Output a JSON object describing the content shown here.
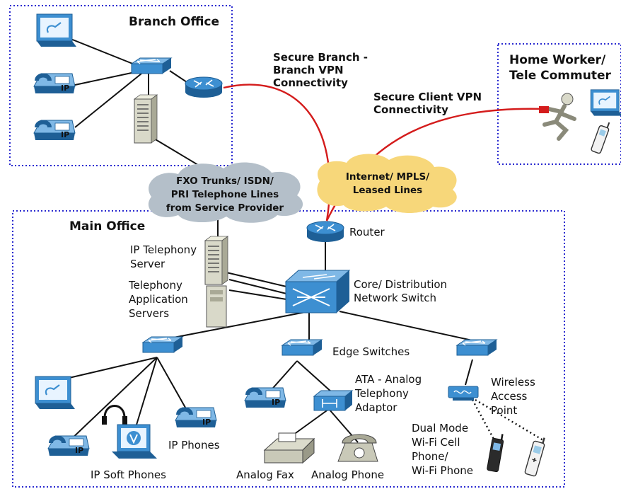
{
  "colors": {
    "boundary": "#2a2ad0",
    "link": "#111111",
    "vpn": "#d41c1c",
    "device_blue": "#3d8fd1",
    "device_dark": "#1e5f96",
    "cloud_gray": "#b4bfc9",
    "cloud_yellow": "#f7d77a",
    "server_gray": "#d9d9c9"
  },
  "zones": {
    "branch": "Branch Office",
    "main": "Main Office",
    "home_line1": "Home Worker/",
    "home_line2": "Tele Commuter"
  },
  "clouds": {
    "pstn": [
      "FXO Trunks/ ISDN/",
      "PRI Telephone Lines",
      "from Service Provider"
    ],
    "internet": [
      "Internet/ MPLS/",
      "Leased Lines"
    ]
  },
  "annotations": {
    "branch_vpn": [
      "Secure Branch -",
      "Branch VPN",
      "Connectivity"
    ],
    "client_vpn": [
      "Secure Client VPN",
      "Connectivity"
    ]
  },
  "labels": {
    "router": "Router",
    "core_switch": [
      "Core/ Distribution",
      "Network Switch"
    ],
    "ip_tel_server": [
      "IP Telephony",
      "Server"
    ],
    "tel_app_servers": [
      "Telephony",
      "Application",
      "Servers"
    ],
    "edge_switches": "Edge Switches",
    "ata": [
      "ATA - Analog",
      "Telephony",
      "Adaptor"
    ],
    "wap": [
      "Wireless",
      "Access",
      "Point"
    ],
    "ip_phones": "IP Phones",
    "ip_soft_phones": "IP Soft Phones",
    "analog_fax": "Analog Fax",
    "analog_phone": "Analog Phone",
    "dual_mode": [
      "Dual Mode",
      "Wi-Fi Cell",
      "Phone/",
      "Wi-Fi Phone"
    ]
  },
  "icon_text": {
    "ip_badge": "IP"
  }
}
